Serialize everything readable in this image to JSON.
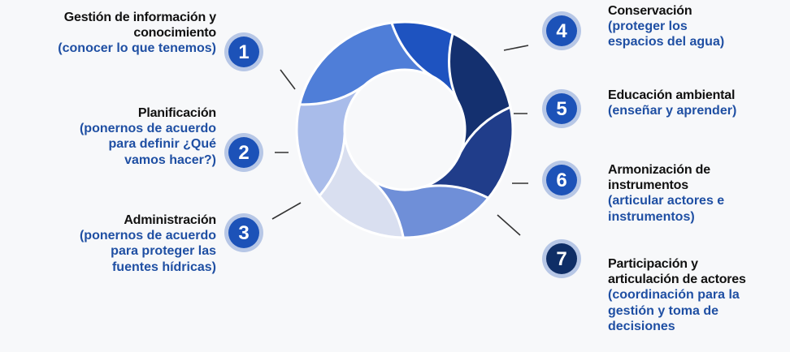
{
  "items": [
    {
      "number": "1",
      "title": "Gestión de información y conocimiento",
      "title_lines": [
        "Gestión de información y",
        "conocimiento"
      ],
      "desc_lines": [
        "(conocer lo que tenemos)"
      ],
      "badge_color": "#1c52b8"
    },
    {
      "number": "2",
      "title": "Planificación",
      "title_lines": [
        "Planificación"
      ],
      "desc_lines": [
        "(ponernos de acuerdo",
        "para definir ¿Qué",
        "vamos hacer?)"
      ],
      "badge_color": "#1c52b8"
    },
    {
      "number": "3",
      "title": "Administración",
      "title_lines": [
        "Administración"
      ],
      "desc_lines": [
        "(ponernos de acuerdo",
        "para proteger las",
        "fuentes hídricas)"
      ],
      "badge_color": "#1c52b8"
    },
    {
      "number": "4",
      "title": "Conservación",
      "title_lines": [
        "Conservación"
      ],
      "desc_lines": [
        "(proteger los",
        "espacios del agua)"
      ],
      "badge_color": "#1c52b8"
    },
    {
      "number": "5",
      "title": "Educación ambiental",
      "title_lines": [
        "Educación ambiental"
      ],
      "desc_lines": [
        "(enseñar y aprender)"
      ],
      "badge_color": "#1c52b8"
    },
    {
      "number": "6",
      "title": "Armonización de instrumentos",
      "title_lines": [
        "Armonización de",
        "instrumentos"
      ],
      "desc_lines": [
        "(articular actores e",
        "instrumentos)"
      ],
      "badge_color": "#1c52b8"
    },
    {
      "number": "7",
      "title": "Participación y articulación de actores",
      "title_lines": [
        "Participación y",
        "articulación de actores"
      ],
      "desc_lines": [
        "(coordinación para la",
        "gestión y toma de",
        "decisiones"
      ],
      "badge_color": "#0f2e66"
    }
  ],
  "cycle_colors": [
    "#1e53c0",
    "#14306f",
    "#203d8a",
    "#6f8fd8",
    "#d9dff0",
    "#a9bcea",
    "#4f7ed8"
  ]
}
